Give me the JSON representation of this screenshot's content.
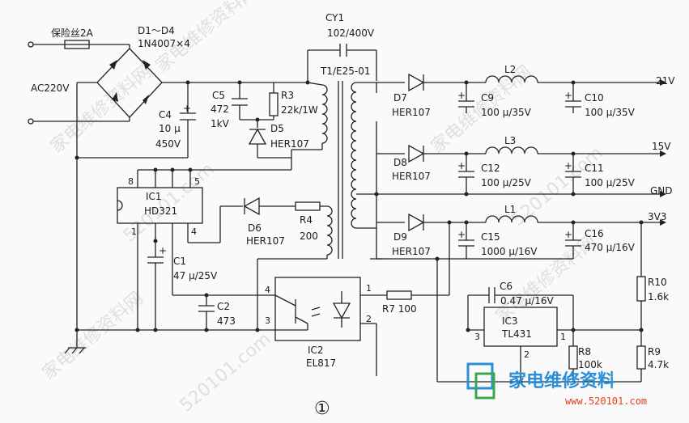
{
  "labels": {
    "fuse": "保险丝2A",
    "d1d4": "D1～D4",
    "d1d4_part": "1N4007×4",
    "ac": "AC220V",
    "cy1": "CY1",
    "cy1_val": "102/400V",
    "t1": "T1/E25-01",
    "c5": "C5",
    "c5_v1": "472",
    "c5_v2": "1kV",
    "r3": "R3",
    "r3_val": "22k/1W",
    "d5": "D5",
    "d5_part": "HER107",
    "c4": "C4",
    "c4_v1": "10 μ",
    "c4_v2": "450V",
    "d7": "D7",
    "d7_part": "HER107",
    "c9": "C9",
    "c9_val": "100 μ/35V",
    "l2": "L2",
    "c10": "C10",
    "c10_val": "100 μ/35V",
    "out21": "21V",
    "d8": "D8",
    "d8_part": "HER107",
    "c12": "C12",
    "c12_val": "100 μ/25V",
    "l3": "L3",
    "c11": "C11",
    "c11_val": "100 μ/25V",
    "out15": "15V",
    "gnd": "GND",
    "ic1": "IC1",
    "ic1_part": "HD321",
    "pin8": "8",
    "pin5": "5",
    "pin1": "1",
    "pin4": "4",
    "d6": "D6",
    "d6_part": "HER107",
    "r4": "R4",
    "r4_val": "200",
    "d9": "D9",
    "d9_part": "HER107",
    "c15": "C15",
    "c15_val": "1000 μ/16V",
    "l1": "L1",
    "c16": "C16",
    "c16_val": "470 μ/16V",
    "out3v3": "3V3",
    "c1": "C1",
    "c1_val": "47 μ/25V",
    "c2": "C2",
    "c2_val": "473",
    "ic2_pin4": "4",
    "ic2_pin3": "3",
    "ic2_pin1": "1",
    "ic2_pin2": "2",
    "r7": "R7 100",
    "c6": "C6",
    "c6_val": "0.47 μ/16V",
    "ic3": "IC3",
    "ic3_part": "TL431",
    "ic3_pin3": "3",
    "ic3_pin1": "1",
    "ic3_pin2": "2",
    "r10": "R10",
    "r10_val": "1.6k",
    "r8": "R8",
    "r8_val": "100k",
    "r9": "R9",
    "r9_val": "4.7k",
    "ic2": "IC2",
    "ic2_part": "EL817",
    "figure_no": "①"
  },
  "watermark": {
    "text_cn": "家电维修资料网",
    "text_url": "520101.com",
    "brand_cn": "家电维修资料",
    "brand_url": "www.520101.com"
  },
  "colors": {
    "line": "#222222",
    "watermark": "#c9c9c9",
    "brand_blue": "#2a8fd8",
    "brand_green": "#3aa84a",
    "brand_red": "#e2401c"
  }
}
